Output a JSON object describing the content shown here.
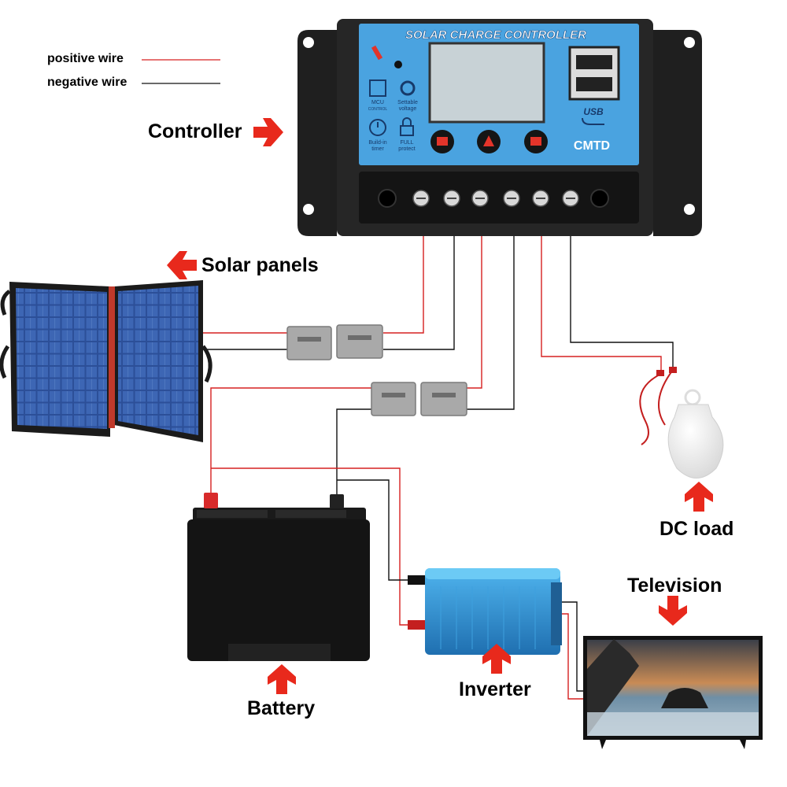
{
  "legend": {
    "positive_label": "positive wire",
    "negative_label": "negative wire",
    "positive_color": "#d62020",
    "negative_color": "#111111"
  },
  "controller": {
    "label": "Controller",
    "panel_title": "SOLAR CHARGE CONTROLLER",
    "brand": "CMTD",
    "usb_label": "USB",
    "features": [
      {
        "icon": "chip-icon",
        "text1": "MCU",
        "text2": "CONTROL"
      },
      {
        "icon": "gear-icon",
        "text1": "Settable",
        "text2": "voltage"
      },
      {
        "icon": "clock-icon",
        "text1": "Build-in",
        "text2": "timer"
      },
      {
        "icon": "lock-icon",
        "text1": "FULL",
        "text2": "protect"
      }
    ],
    "panel_color": "#4aa3e0"
  },
  "components": {
    "solar_label": "Solar panels",
    "battery_label": "Battery",
    "inverter_label": "Inverter",
    "dc_load_label": "DC load",
    "tv_label": "Television"
  },
  "colors": {
    "arrow": "#e8291c",
    "inverter_body": "#2f8fd0",
    "solar_cell": "#2a4f9a",
    "connector": "#a9a9a9"
  }
}
